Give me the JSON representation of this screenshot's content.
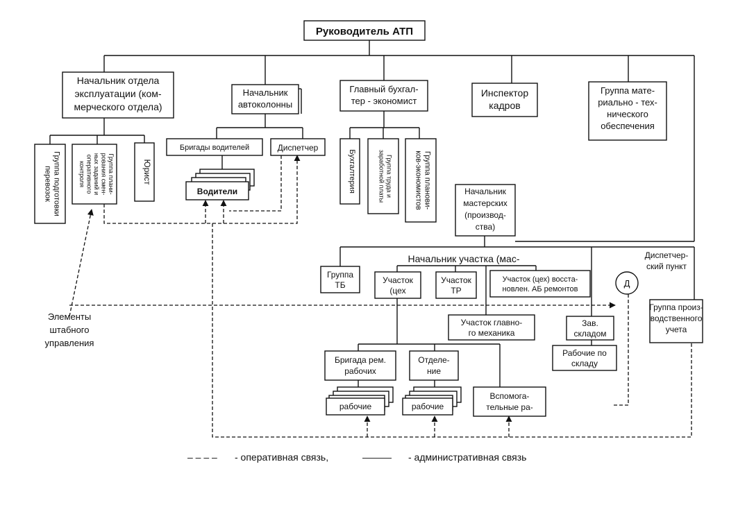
{
  "nodes": {
    "director": [
      "Руководитель АТП"
    ],
    "ops_head": [
      "Начальник отдела",
      "эксплуатации (ком-",
      "мерческого отдела)"
    ],
    "column_head": [
      "Начальник",
      "автоколонны"
    ],
    "accountant": [
      "Главный бухгал-",
      "тер - экономист"
    ],
    "hr": [
      "Инспектор",
      "кадров"
    ],
    "supply": [
      "Группа мате-",
      "риально - тех-",
      "нического",
      "обеспечения"
    ],
    "transport_prep": [
      "Группа подготовки",
      "перевозок"
    ],
    "shift_planning": [
      "Группа плани-",
      "рования смен-",
      "ных заданий и",
      "оперативного",
      "контроля"
    ],
    "lawyer": [
      "Юрист"
    ],
    "driver_brigades": [
      "Бригады водителей"
    ],
    "dispatcher": [
      "Диспетчер"
    ],
    "drivers": [
      "Водители"
    ],
    "bookkeeping": [
      "Бухгалтерия"
    ],
    "labor_group": [
      "Группа труда и",
      "заработной платы"
    ],
    "planners": [
      "Группа планови-",
      "ков-экономистов"
    ],
    "workshop_head": [
      "Начальник",
      "мастерских",
      "(производ-",
      "ства)"
    ],
    "section_head": [
      "Начальник участка (мас-"
    ],
    "safety": [
      "Группа",
      "ТБ"
    ],
    "shop": [
      "Участок",
      "(цех"
    ],
    "tr": [
      "Участок",
      "ТР"
    ],
    "battery": [
      "Участок (цех) восста-",
      "новлен. АБ ремонтов"
    ],
    "dispatch_point": [
      "Диспетчер-",
      "ский пункт"
    ],
    "d": [
      "Д"
    ],
    "accounting_group": [
      "Группа произ-",
      "водственного",
      "учета"
    ],
    "mechanic": [
      "Участок главно-",
      "го механика"
    ],
    "warehouse_head": [
      "Зав.",
      "складом"
    ],
    "warehouse_workers": [
      "Рабочие по",
      "складу"
    ],
    "repair_brigade": [
      "Бригада рем.",
      "рабочих"
    ],
    "department": [
      "Отделе-",
      "ние"
    ],
    "auxiliary": [
      "Вспомога-",
      "тельные ра-"
    ],
    "workers1": [
      "рабочие"
    ],
    "workers2": [
      "рабочие"
    ],
    "staff_elements": [
      "Элементы",
      "штабного",
      "управления"
    ]
  },
  "legend": {
    "dashed_sample": "– – – –",
    "dashed_label": "- оперативная связь,",
    "solid_sample": "———",
    "solid_label": "- административная связь"
  },
  "colors": {
    "ink": "#111111",
    "background": "#ffffff"
  }
}
